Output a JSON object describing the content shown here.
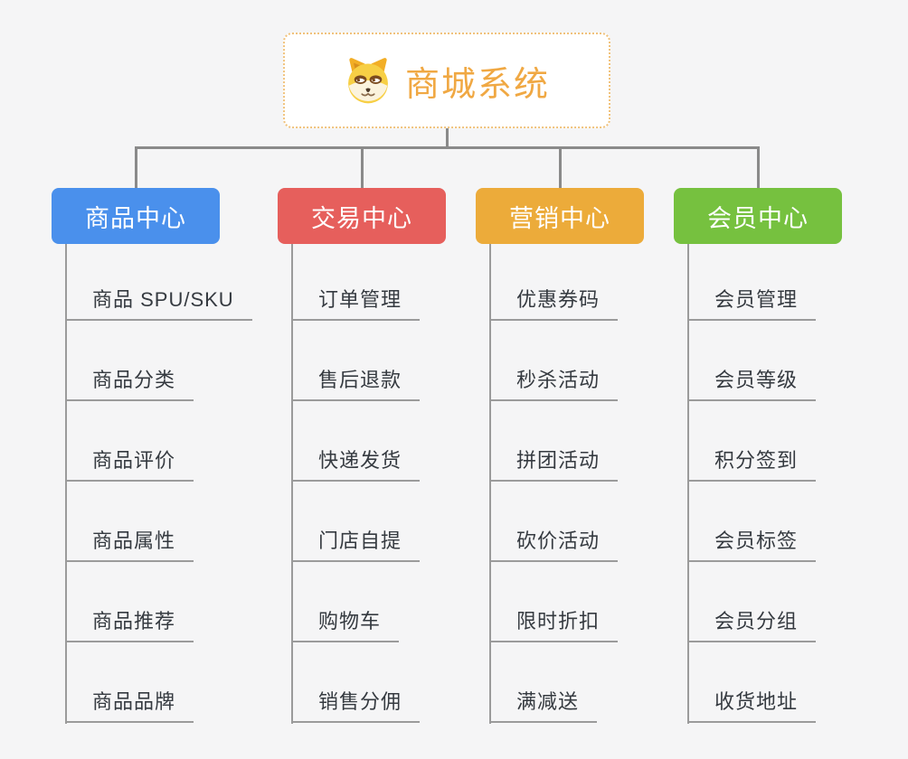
{
  "title": "商城系统",
  "colors": {
    "background": "#f5f5f6",
    "connector": "#8a8a8a",
    "leaf_line": "#9b9b9b",
    "root_text": "#f0a843",
    "root_border": "#f0c27c",
    "leaf_text": "#353a40"
  },
  "root": {
    "label": "商城系统",
    "icon": "dog-icon"
  },
  "branches": [
    {
      "id": "product-center",
      "label": "商品中心",
      "color": "#4a90ec",
      "children": [
        "商品 SPU/SKU",
        "商品分类",
        "商品评价",
        "商品属性",
        "商品推荐",
        "商品品牌"
      ]
    },
    {
      "id": "trade-center",
      "label": "交易中心",
      "color": "#e65f5c",
      "children": [
        "订单管理",
        "售后退款",
        "快递发货",
        "门店自提",
        "购物车",
        "销售分佣"
      ]
    },
    {
      "id": "marketing-center",
      "label": "营销中心",
      "color": "#ecab3a",
      "children": [
        "优惠券码",
        "秒杀活动",
        "拼团活动",
        "砍价活动",
        "限时折扣",
        "满减送"
      ]
    },
    {
      "id": "member-center",
      "label": "会员中心",
      "color": "#76c13f",
      "children": [
        "会员管理",
        "会员等级",
        "积分签到",
        "会员标签",
        "会员分组",
        "收货地址"
      ]
    }
  ]
}
